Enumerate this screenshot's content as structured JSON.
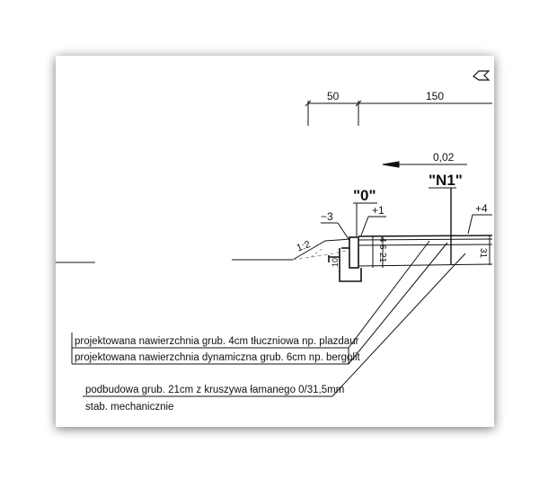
{
  "drawing": {
    "dimensions": {
      "dim_50": "50",
      "dim_150": "150"
    },
    "slope_value": "0,02",
    "markers": {
      "zero": "\"0\"",
      "n1": "\"N1\""
    },
    "levels": {
      "minus3": "−3",
      "plus1": "+1",
      "plus4": "+4"
    },
    "ratio": "1:2",
    "layer_thickness": {
      "t4": "4",
      "t6": "6",
      "t21": "21",
      "t31": "31"
    },
    "notes": [
      "projektowana nawierzchnia grub. 4cm tłuczniowa np. plazdaur",
      "projektowana nawierzchnia dynamiczna grub. 6cm np. bergolit",
      "podbudowa grub. 21cm z kruszywa łamanego 0/31,5mm",
      "stab. mechanicznie"
    ],
    "colors": {
      "paper": "#ffffff",
      "line": "#111111",
      "shadow": "#bdbdbd",
      "dashed": "#9a9a9a"
    }
  }
}
